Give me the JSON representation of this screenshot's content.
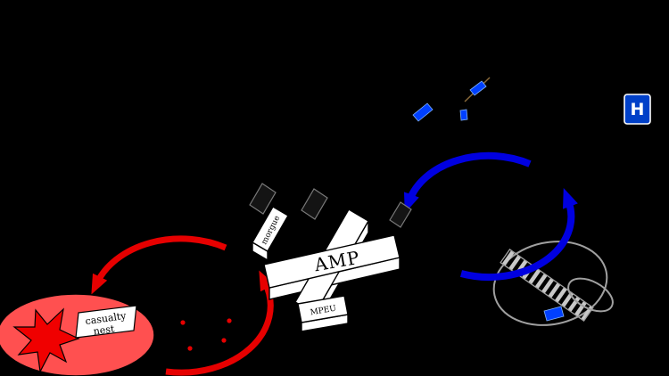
{
  "diagram": {
    "labels": {
      "amp": "AMP",
      "morgue": "morgue",
      "mpeu": "MPEU",
      "casualty_line1": "casualty",
      "casualty_line2": "nest",
      "hospital_sign": "H"
    },
    "colors": {
      "background": "#000000",
      "red_loop": "#e60000",
      "casualty_ellipse": "#ff5050",
      "starburst": "#f00000",
      "blue_loop": "#0000e0",
      "vehicle_blue": "#0040ff",
      "hospital_sign": "#0040c8",
      "building_fill": "#ffffff",
      "sketch_gray": "#a0a0a0"
    }
  }
}
